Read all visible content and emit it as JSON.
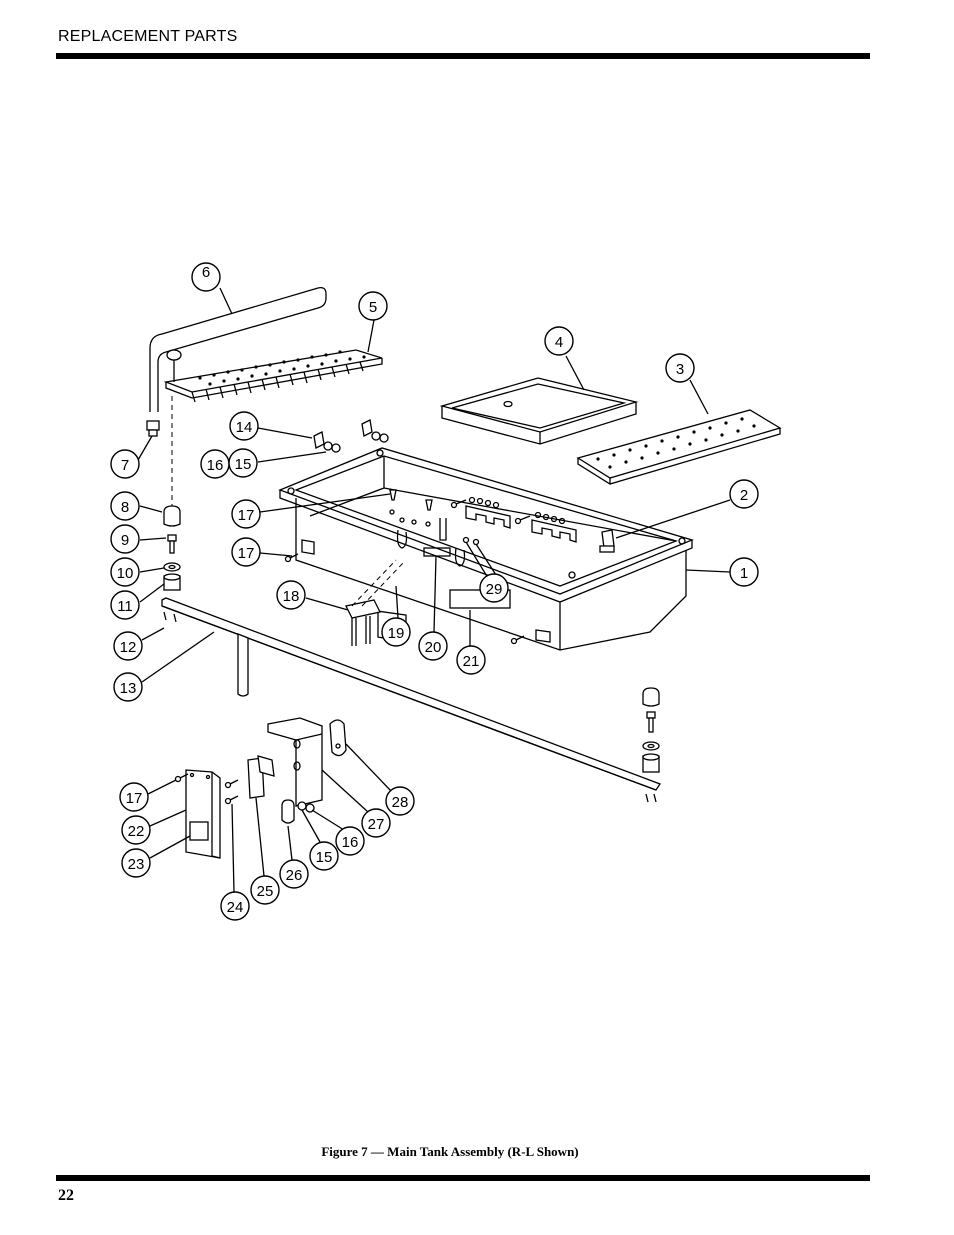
{
  "header": {
    "section_title": "REPLACEMENT PARTS"
  },
  "figure": {
    "caption": "Figure 7 — Main Tank Assembly (R-L Shown)",
    "callouts": [
      {
        "label": "1"
      },
      {
        "label": "2"
      },
      {
        "label": "3"
      },
      {
        "label": "4"
      },
      {
        "label": "5"
      },
      {
        "label": "6"
      },
      {
        "label": "7"
      },
      {
        "label": "8"
      },
      {
        "label": "9"
      },
      {
        "label": "10"
      },
      {
        "label": "11"
      },
      {
        "label": "12"
      },
      {
        "label": "13"
      },
      {
        "label": "14"
      },
      {
        "label": "16"
      },
      {
        "label": "15"
      },
      {
        "label": "17"
      },
      {
        "label": "17"
      },
      {
        "label": "18"
      },
      {
        "label": "19"
      },
      {
        "label": "20"
      },
      {
        "label": "21"
      },
      {
        "label": "29"
      },
      {
        "label": "17"
      },
      {
        "label": "22"
      },
      {
        "label": "23"
      },
      {
        "label": "24"
      },
      {
        "label": "25"
      },
      {
        "label": "26"
      },
      {
        "label": "15"
      },
      {
        "label": "16"
      },
      {
        "label": "27"
      },
      {
        "label": "28"
      }
    ]
  },
  "footer": {
    "page_number": "22"
  }
}
